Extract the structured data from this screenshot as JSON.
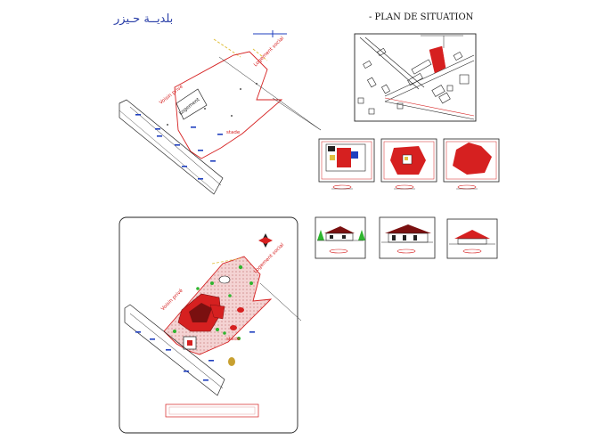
{
  "header": {
    "arabic_title": "بلديــة حـيزر",
    "site_plan_title": "- PLAN DE SITUATION"
  },
  "plan_labels": {
    "neighbor_private_1": "Voisin privé",
    "housing_1": "Logement",
    "social_housing_1": "Logement social",
    "stadium_1": "stade",
    "neighbor_private_2": "Voisin privé",
    "social_housing_2": "Logement social",
    "stadium_2": "stade"
  },
  "colors": {
    "line": "#222222",
    "red_plot": "#d62020",
    "blue_marker": "#1f3fbf",
    "yellow_dash": "#e0c040",
    "green_tree": "#2fb52f",
    "hatch": "#e9b8b8"
  }
}
